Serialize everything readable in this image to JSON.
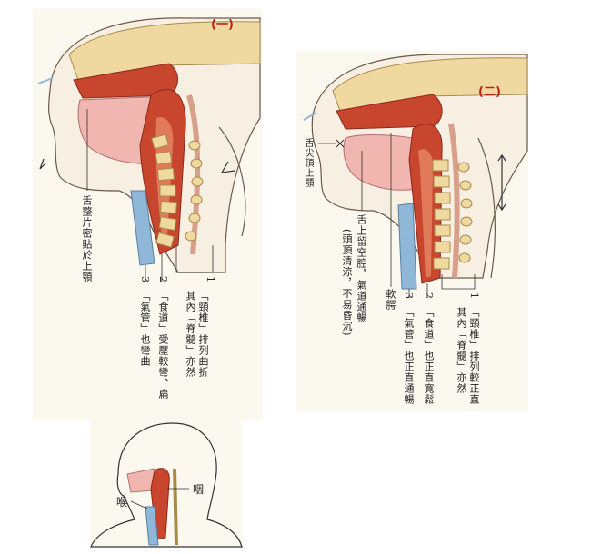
{
  "figure1": {
    "label": "(一)",
    "tongue_note": "舌整片密貼於上顎",
    "callout_1_num": "1",
    "callout_1_line1": "「頸椎」排列曲折",
    "callout_1_line2": "其內「脊髓」亦然",
    "callout_2_num": "2",
    "callout_2_text": "「食道」受壓較彎、扁",
    "callout_3_num": "3",
    "callout_3_text": "「氣管」也彎曲"
  },
  "figure2": {
    "label": "(二)",
    "tongue_tip_note": "舌尖頂上顎",
    "air_space_note": "舌上留空腔，氣道通暢",
    "head_note": "(頭頂清涼，不易昏沉)",
    "soft_palate": "軟腭",
    "callout_1_num": "1",
    "callout_1_line1": "「頸椎」排列較正直",
    "callout_1_line2": "其內「脊髓」亦然",
    "callout_2_num": "2",
    "callout_2_text": "「食道」也正直寬鬆",
    "callout_3_num": "3",
    "callout_3_text": "「氣管」也正直通暢"
  },
  "figure3": {
    "pharynx": "咽",
    "larynx": "喉"
  },
  "colors": {
    "muscle": "#c8452e",
    "muscle_light": "#e07a5a",
    "bone": "#f0d9a0",
    "bone_edge": "#a88a4a",
    "skin_line": "#6b5a4a",
    "pink": "#f2b6b0",
    "airway_blue": "#8fb8d8",
    "label_red": "#b8211b"
  }
}
